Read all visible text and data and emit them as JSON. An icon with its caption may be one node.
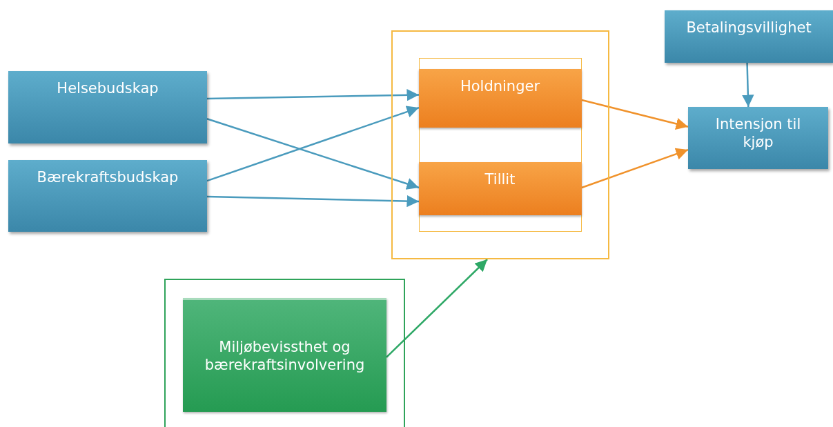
{
  "diagram": {
    "nodes": [
      {
        "text": [
          "Helsebudskap"
        ]
      },
      {
        "text": [
          "Bærekraftsbudskap"
        ]
      },
      {
        "text": [],
        "shape": "box"
      },
      {
        "text": [],
        "shape": "box",
        "in": 2
      },
      {
        "text": [
          "Holdninger"
        ],
        "in": 3
      },
      {
        "text": [
          "Tillit"
        ],
        "in": 3
      },
      {
        "text": [
          "Betalingsvillighet"
        ]
      },
      {
        "text": [
          "Intensjon til kjøp"
        ]
      },
      {
        "text": [],
        "shape": "box"
      },
      {
        "text": [
          "Miljøbevissthet og bærekraftsinvolvering"
        ],
        "in": 8
      }
    ],
    "edges": [
      {
        "from": 0,
        "to": 4,
        "arrow": "to"
      },
      {
        "from": 0,
        "to": 5,
        "arrow": "to"
      },
      {
        "from": 1,
        "to": 4,
        "arrow": "to"
      },
      {
        "from": 1,
        "to": 5,
        "arrow": "to"
      },
      {
        "from": 4,
        "to": 7,
        "arrow": "to",
        "color": "#f0922b"
      },
      {
        "from": 5,
        "to": 7,
        "arrow": "to",
        "color": "#f0922b"
      },
      {
        "from": 6,
        "to": 7,
        "arrow": "to"
      },
      {
        "from": 9,
        "to": 2,
        "arrow": "to",
        "color": "#2ea866"
      }
    ]
  }
}
